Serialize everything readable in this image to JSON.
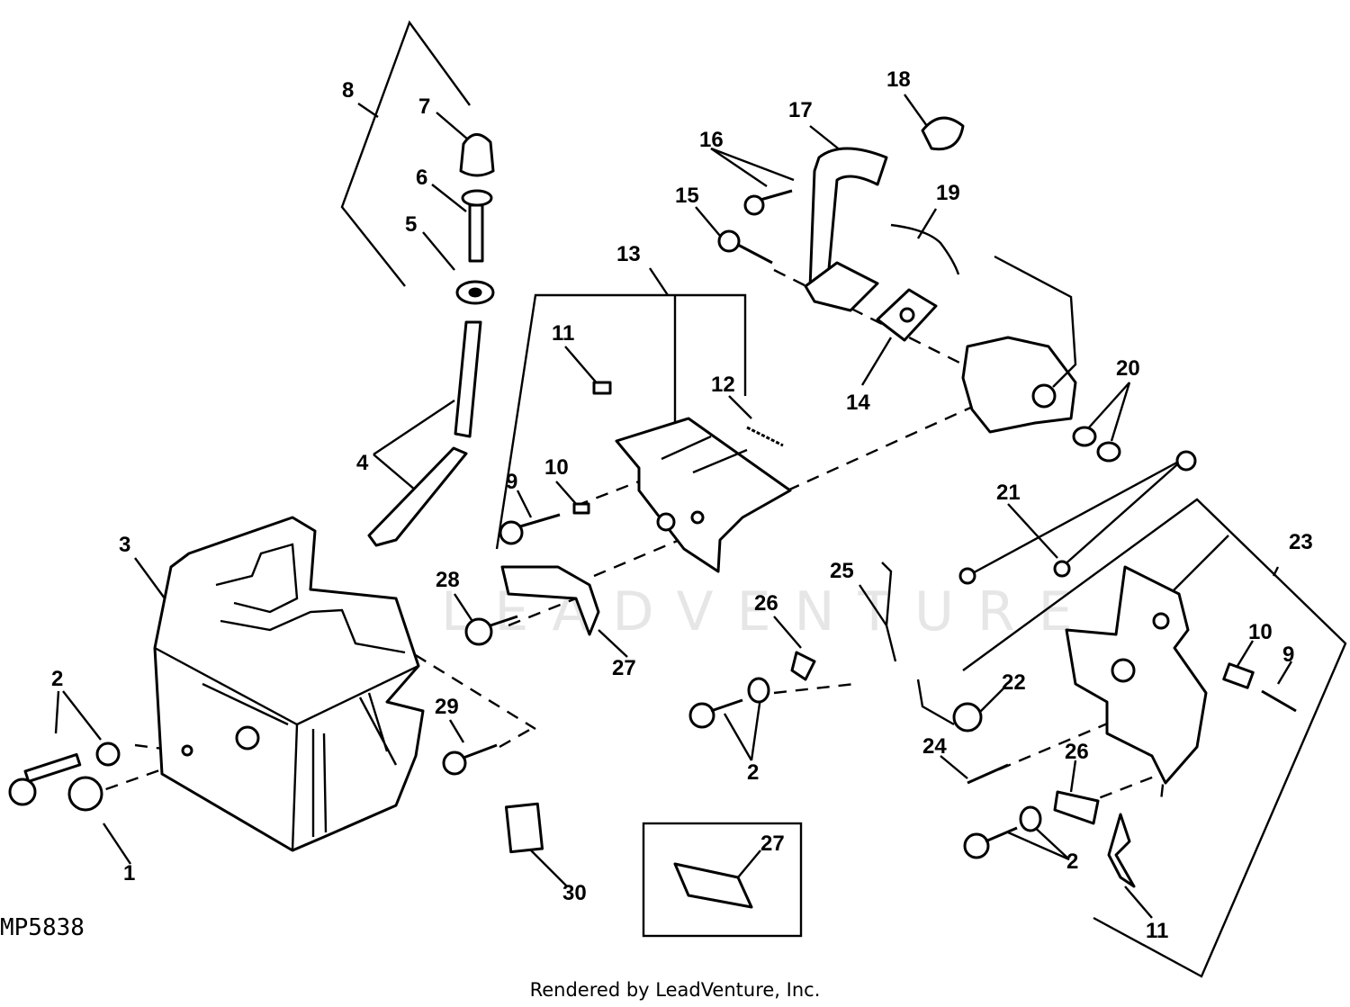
{
  "figure_id": "MP5838",
  "credit": "Rendered by LeadVenture, Inc.",
  "watermark": "LEADVENTURE",
  "callouts": {
    "c1": "1",
    "c2a": "2",
    "c2b": "2",
    "c2c": "2",
    "c3": "3",
    "c4": "4",
    "c5": "5",
    "c6": "6",
    "c7": "7",
    "c8": "8",
    "c9a": "9",
    "c9b": "9",
    "c10a": "10",
    "c10b": "10",
    "c11a": "11",
    "c11b": "11",
    "c12": "12",
    "c13": "13",
    "c14": "14",
    "c15": "15",
    "c16": "16",
    "c17": "17",
    "c18": "18",
    "c19": "19",
    "c20": "20",
    "c21": "21",
    "c22": "22",
    "c23": "23",
    "c24": "24",
    "c25": "25",
    "c26a": "26",
    "c26b": "26",
    "c27a": "27",
    "c27b": "27",
    "c28": "28",
    "c29": "29",
    "c30": "30"
  }
}
